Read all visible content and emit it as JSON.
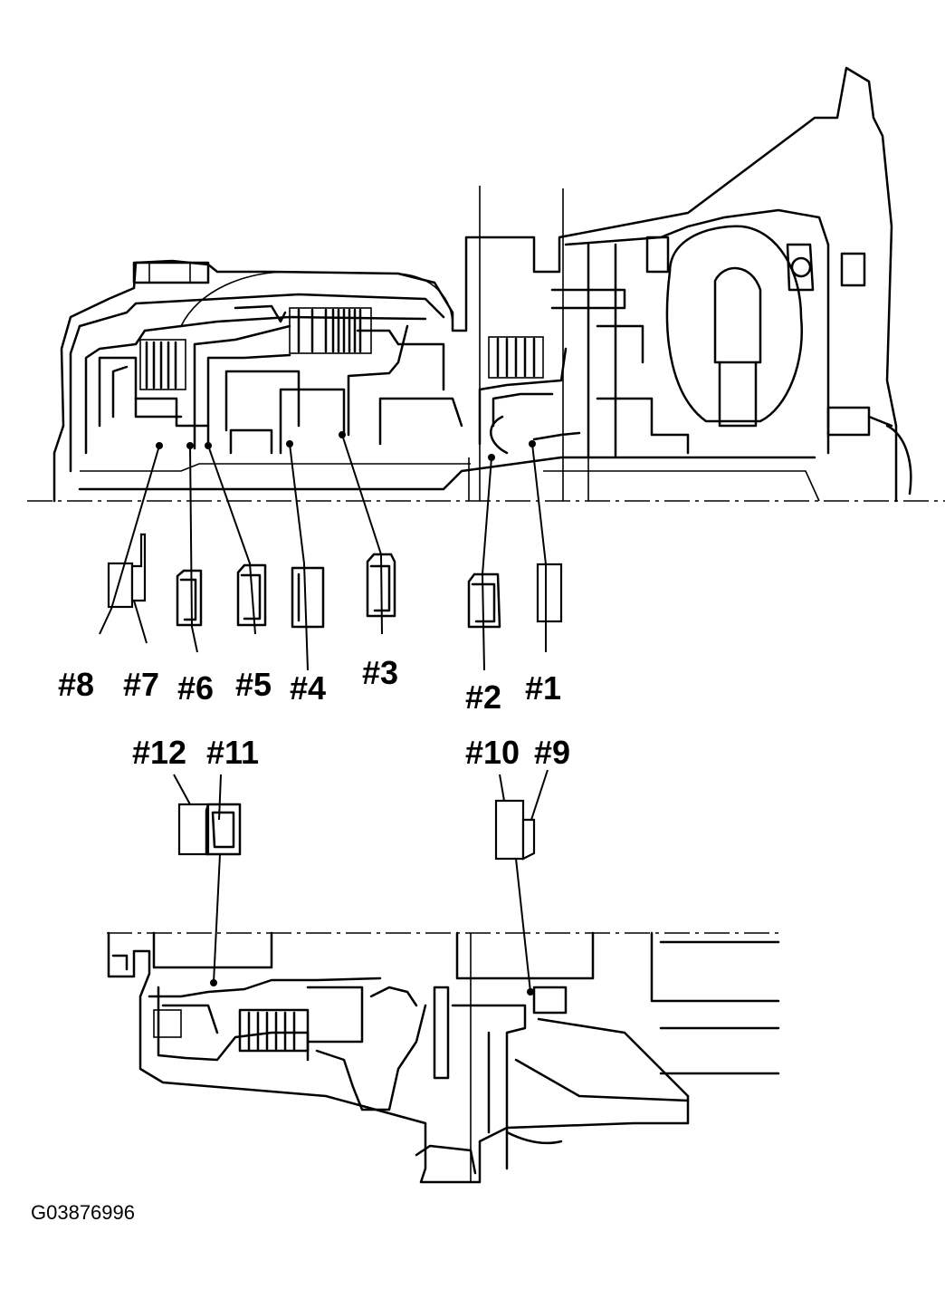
{
  "diagram": {
    "seal_labels": [
      "#1",
      "#2",
      "#3",
      "#4",
      "#5",
      "#6",
      "#7",
      "#8",
      "#9",
      "#10",
      "#11",
      "#12"
    ],
    "figure_id": "G03876996"
  }
}
